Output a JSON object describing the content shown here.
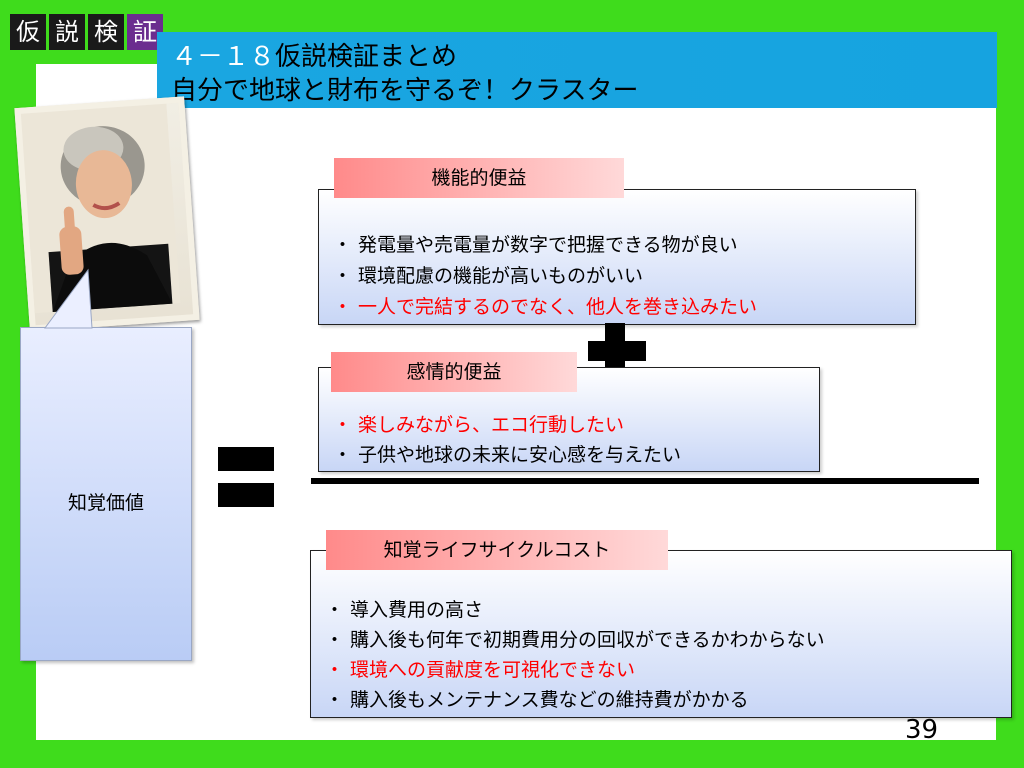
{
  "badges": [
    "仮",
    "説",
    "検",
    "証"
  ],
  "title": {
    "line1_num": "４－１８",
    "line1_text": "仮説検証まとめ",
    "line2": "自分で地球と財布を守るぞ！クラスター"
  },
  "bubble": {
    "label": "知覚価値"
  },
  "functional": {
    "label": "機能的便益",
    "items": [
      {
        "text": "・ 発電量や売電量が数字で把握できる物が良い",
        "color": "#000000"
      },
      {
        "text": "・ 環境配慮の機能が高いものがいい",
        "color": "#000000"
      },
      {
        "text": "・ 一人で完結するのでなく、他人を巻き込みたい",
        "color": "#ff0000"
      }
    ]
  },
  "emotional": {
    "label": "感情的便益",
    "items": [
      {
        "text": "・ 楽しみながら、エコ行動したい",
        "color": "#ff0000"
      },
      {
        "text": "・ 子供や地球の未来に安心感を与えたい",
        "color": "#000000"
      }
    ]
  },
  "cost": {
    "label": "知覚ライフサイクルコスト",
    "items": [
      {
        "text": "・ 導入費用の高さ",
        "color": "#000000"
      },
      {
        "text": "・ 購入後も何年で初期費用分の回収ができるかわからない",
        "color": "#000000"
      },
      {
        "text": "・ 環境への貢献度を可視化できない",
        "color": "#ff0000"
      },
      {
        "text": "・ 購入後もメンテナンス費などの維持費がかかる",
        "color": "#000000"
      }
    ]
  },
  "page_number": "39",
  "colors": {
    "background": "#3fdc1c",
    "title_bar": "#1aa6e1",
    "emphasis": "#ff0000"
  }
}
